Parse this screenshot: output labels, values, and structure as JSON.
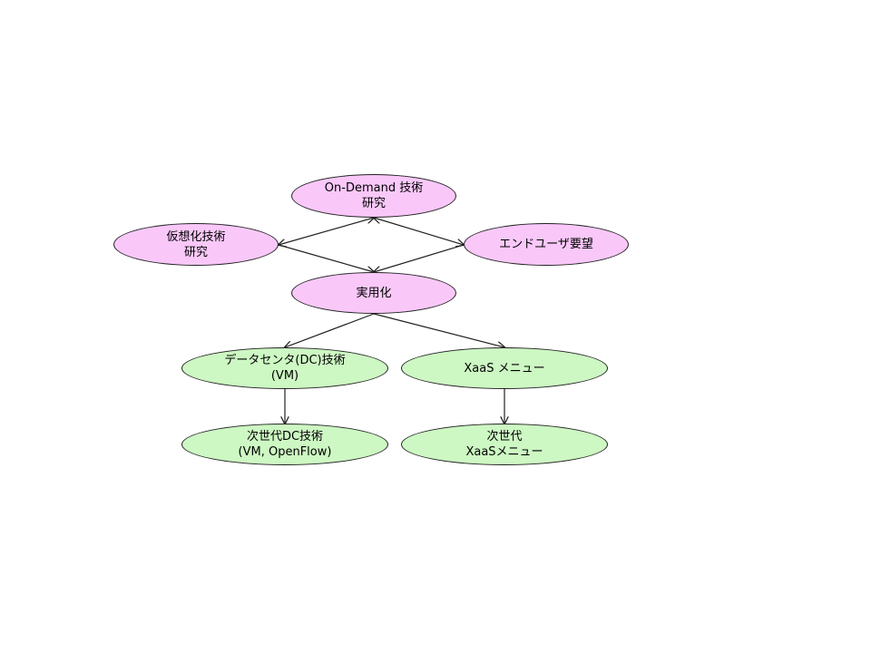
{
  "diagram": {
    "colors": {
      "primary_fill": "#f9c8f9",
      "secondary_fill": "#cdf7c3",
      "stroke": "#222222"
    },
    "nodes": {
      "ondemand": {
        "line1": "On-Demand 技術",
        "line2": "研究"
      },
      "virtual": {
        "line1": "仮想化技術",
        "line2": "研究"
      },
      "enduser": {
        "line1": "エンドユーザ要望"
      },
      "practical": {
        "line1": "実用化"
      },
      "dc": {
        "line1": "データセンタ(DC)技術",
        "line2": "(VM)"
      },
      "xaas": {
        "line1": "XaaS メニュー"
      },
      "nextdc": {
        "line1": "次世代DC技術",
        "line2": "(VM, OpenFlow)"
      },
      "nextxaas": {
        "line1": "次世代",
        "line2": "XaaSメニュー"
      }
    },
    "edges": [
      {
        "from": "ondemand",
        "to": "virtual",
        "arrow": "both"
      },
      {
        "from": "ondemand",
        "to": "enduser",
        "arrow": "both"
      },
      {
        "from": "virtual",
        "to": "practical",
        "arrow": "end"
      },
      {
        "from": "enduser",
        "to": "practical",
        "arrow": "end"
      },
      {
        "from": "practical",
        "to": "dc",
        "arrow": "end"
      },
      {
        "from": "practical",
        "to": "xaas",
        "arrow": "end"
      },
      {
        "from": "dc",
        "to": "nextdc",
        "arrow": "end"
      },
      {
        "from": "xaas",
        "to": "nextxaas",
        "arrow": "end"
      }
    ]
  }
}
